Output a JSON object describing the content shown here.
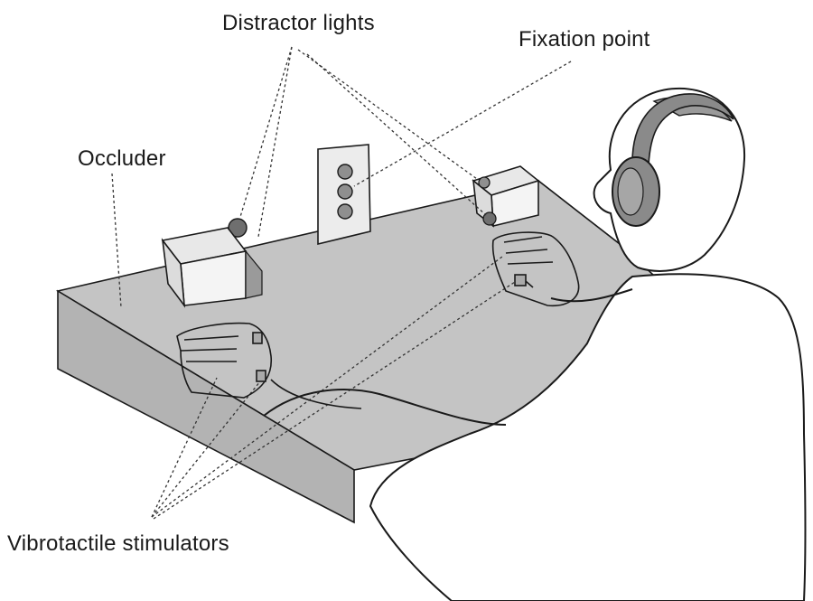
{
  "labels": {
    "distractor_lights": "Distractor lights",
    "fixation_point": "Fixation point",
    "occluder": "Occluder",
    "vibrotactile_stimulators": "Vibrotactile stimulators"
  },
  "colors": {
    "line": "#1a1a1a",
    "occluder_fill": "#c4c4c4",
    "occluder_side": "#b6b6b6",
    "light_fill": "#8f8f8f",
    "headphone_fill": "#8a8a8a",
    "hair_fill": "#9a9a9a",
    "background": "#ffffff"
  }
}
